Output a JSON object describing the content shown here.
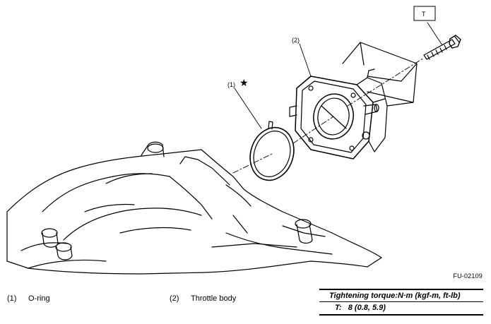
{
  "figure": {
    "callouts": {
      "o_ring": "(1)",
      "throttle_body": "(2)",
      "torque_tag": "T",
      "star": "★"
    },
    "figure_code": "FU-02109"
  },
  "legend": [
    {
      "number": "(1)",
      "label": "O-ring"
    },
    {
      "number": "(2)",
      "label": "Throttle body"
    }
  ],
  "torque": {
    "heading": "Tightening torque:N·m (kgf-m, ft-lb)",
    "value_label": "T:",
    "value": "8 (0.8, 5.9)"
  }
}
